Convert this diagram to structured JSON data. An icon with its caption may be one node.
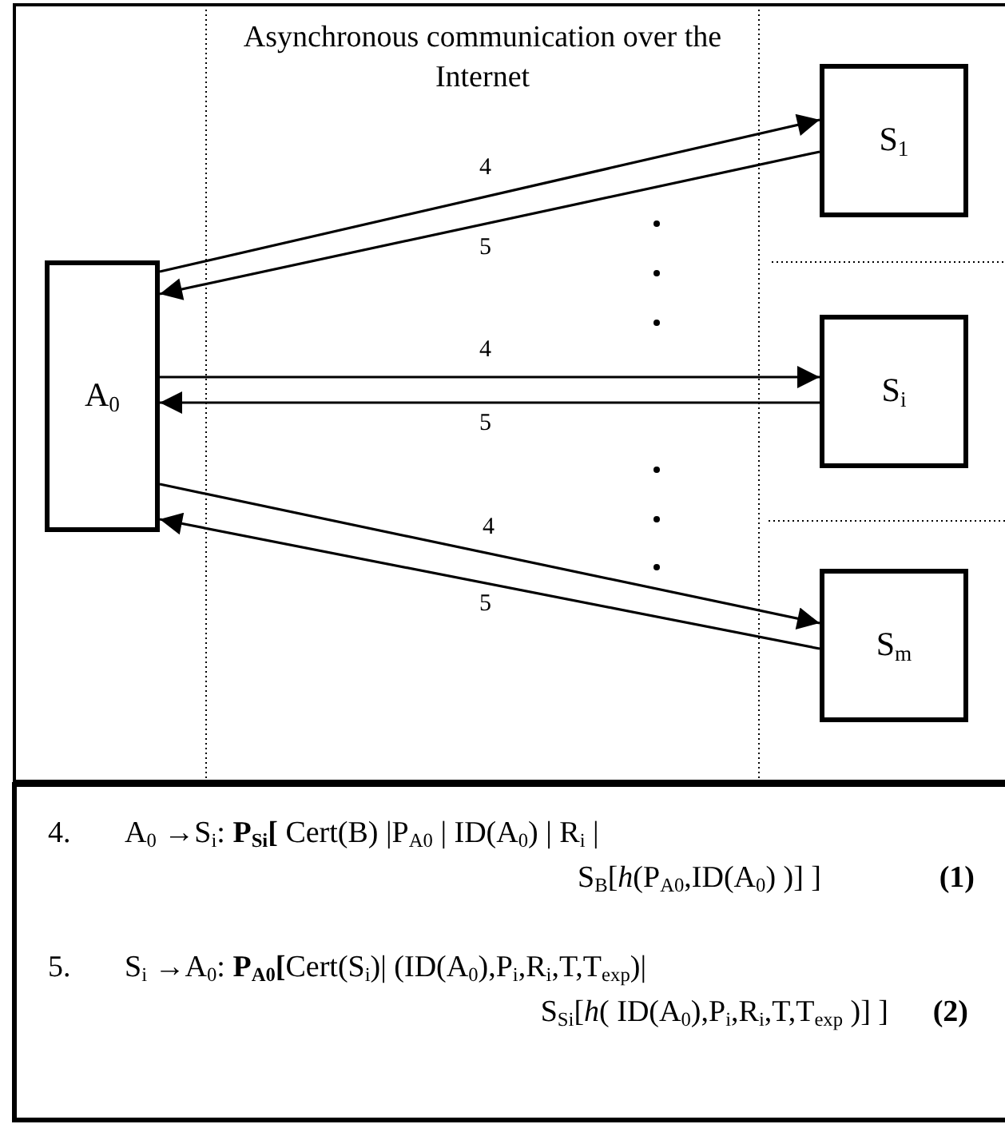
{
  "diagram": {
    "nodes": [
      {
        "text": [
          "A$_{0}$"
        ]
      },
      {
        "text": [
          "S$_{1}$"
        ]
      },
      {
        "text": [
          "S$_{i}$"
        ]
      },
      {
        "text": [
          "S$_{m}$"
        ]
      }
    ],
    "edges": [
      {
        "from": 0,
        "to": 1,
        "arrow": "to",
        "label": "4"
      },
      {
        "from": 1,
        "to": 0,
        "arrow": "to",
        "label": "5"
      },
      {
        "from": 0,
        "to": 2,
        "arrow": "to",
        "label": "4"
      },
      {
        "from": 2,
        "to": 0,
        "arrow": "to",
        "label": "5"
      },
      {
        "from": 0,
        "to": 3,
        "arrow": "to",
        "label": "4"
      },
      {
        "from": 3,
        "to": 0,
        "arrow": "to",
        "label": "5"
      }
    ],
    "labels": [
      "Asynchronous communication over the Internet",
      "4.",
      "A$_{0}$ →S$_{i}$:  **P$_{Si}$[** Cert(B) |P$_{A0}$ | ID(A$_{0}$) | R$_{i}$ |",
      "S$_{B}$[*h*(P$_{A0}$,ID(A$_{0}$) )] ]",
      "(1)",
      "5.",
      "S$_{i}$ →A$_{0}$:  **P$_{A0}$[**Cert(S$_{i}$)| (ID(A$_{0}$),P$_{i}$,R$_{i}$,T,T$_{exp}$)|",
      "S$_{Si}$[*h*( ID(A$_{0}$),P$_{i}$,R$_{i}$,T,T$_{exp}$ )] ]",
      "(2)"
    ]
  }
}
